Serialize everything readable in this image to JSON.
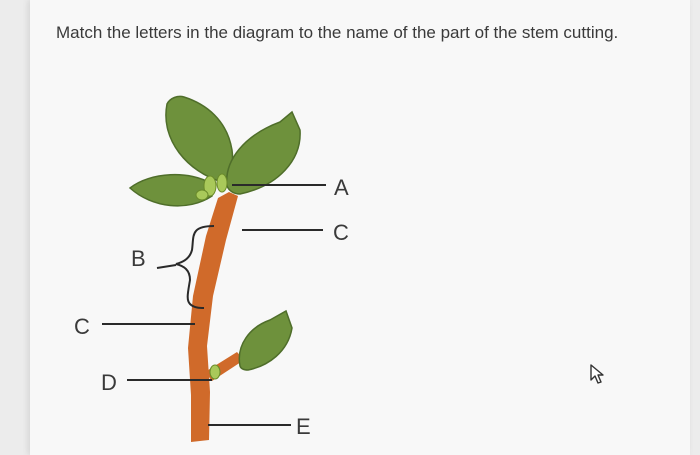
{
  "question": {
    "text": "Match the letters in the diagram to the name of the part of the stem cutting."
  },
  "diagram": {
    "labels": {
      "a_top": "A",
      "c_right": "C",
      "b": "B",
      "c_left": "C",
      "d": "D",
      "e": "E"
    },
    "colors": {
      "leaf": "#6e913c",
      "leaf_edge": "#4f6e2a",
      "stem": "#d06a2a",
      "bud": "#a9c95a",
      "line": "#2a2a2a"
    }
  },
  "cursor": {
    "icon": "mouse-pointer-icon"
  }
}
